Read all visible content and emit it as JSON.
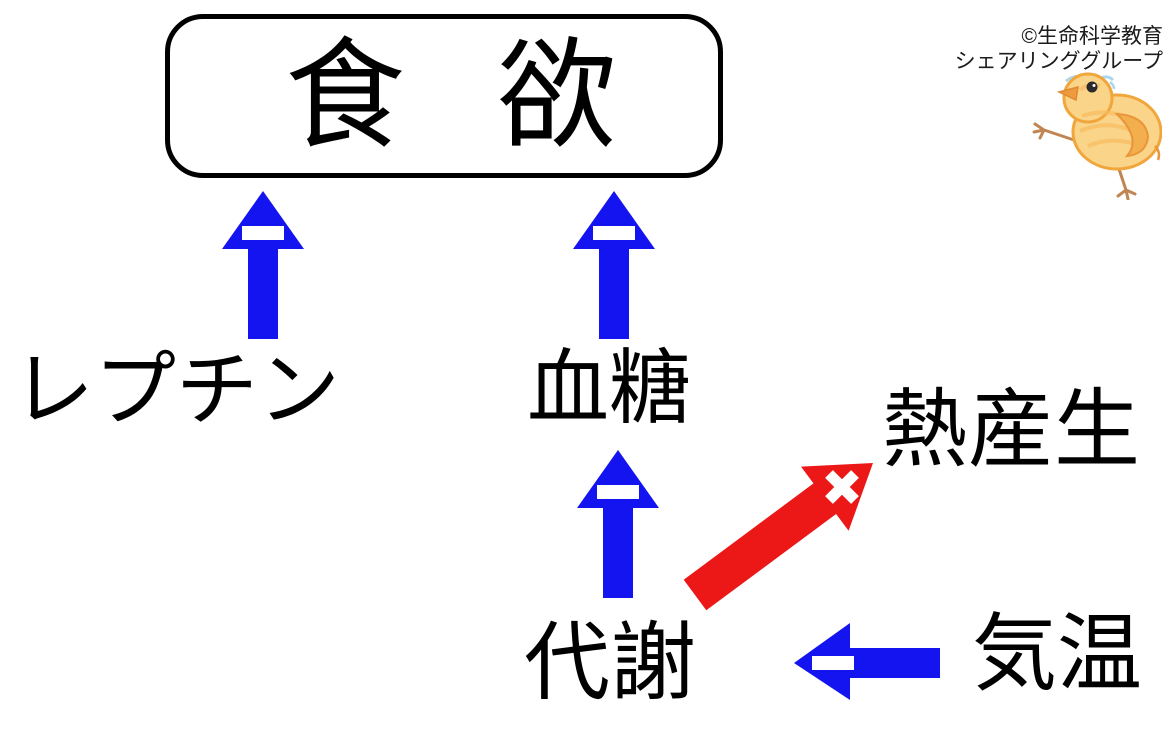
{
  "title_box": {
    "label": "食　欲"
  },
  "nodes": {
    "leptin": "レプチン",
    "blood_sugar": "血糖",
    "heat_production": "熱産生",
    "metabolism": "代謝",
    "temperature": "気温"
  },
  "credit": {
    "line1": "©生命科学教育",
    "line2": "シェアリンググループ"
  },
  "diagram": {
    "type": "concept-diagram",
    "edges": [
      {
        "from": "レプチン",
        "to": "食欲",
        "direction": "up",
        "symbol": "−",
        "color": "#1414f0",
        "meaning": "inhibit"
      },
      {
        "from": "血糖",
        "to": "食欲",
        "direction": "up",
        "symbol": "−",
        "color": "#1414f0",
        "meaning": "inhibit"
      },
      {
        "from": "代謝",
        "to": "血糖",
        "direction": "up",
        "symbol": "−",
        "color": "#1414f0",
        "meaning": "inhibit"
      },
      {
        "from": "代謝",
        "to": "熱産生",
        "direction": "up-right",
        "symbol": "×",
        "color": "#ec1717",
        "meaning": "blocked"
      },
      {
        "from": "気温",
        "to": "代謝",
        "direction": "left",
        "symbol": "−",
        "color": "#1414f0",
        "meaning": "inhibit"
      }
    ]
  },
  "colors": {
    "inhibit_arrow_blue": "#1414f0",
    "blocked_arrow_red": "#ec1717",
    "box_border": "#000000",
    "text": "#000000",
    "symbol_fill": "#ffffff"
  },
  "icons": {
    "minus": "−",
    "cross": "×"
  }
}
